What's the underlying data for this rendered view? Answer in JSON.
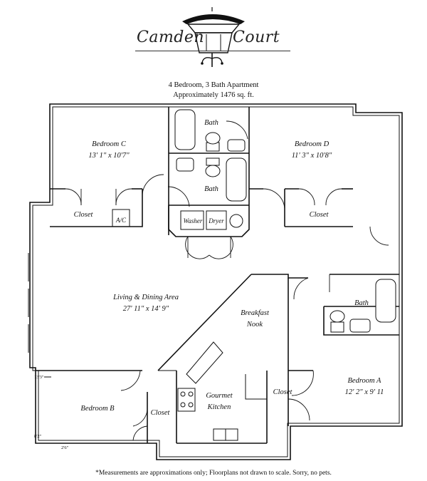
{
  "brand": {
    "word1": "Camden",
    "word2": "Court"
  },
  "plan": {
    "title": "4 Bedroom, 3  Bath Apartment",
    "area": "Approximately  1476 sq. ft."
  },
  "rooms": {
    "bedroom_c": {
      "name": "Bedroom C",
      "dims": "13' 1\" x 10'7\""
    },
    "bedroom_d": {
      "name": "Bedroom D",
      "dims": "11' 3\" x 10'8\""
    },
    "bath_top": "Bath",
    "bath_middle": "Bath",
    "closet_c": "Closet",
    "closet_d": "Closet",
    "ac": "A/C",
    "washer": "Washer",
    "dryer": "Dryer",
    "living": {
      "name": "Living & Dining Area",
      "dims": "27' 11\" x 14' 9\""
    },
    "breakfast": {
      "line1": "Breakfast",
      "line2": "Nook"
    },
    "bath_a": "Bath",
    "bedroom_a": {
      "name": "Bedroom A",
      "dims": "12' 2\" x 9' 11"
    },
    "closet_a": "Closet",
    "kitchen": {
      "line1": "Gourmet",
      "line2": "Kitchen"
    },
    "bedroom_b": "Bedroom B",
    "closet_b": "Closet",
    "dim_b_top": "13'3\"",
    "dim_b_side": "8'2\"",
    "dim_b_bottom": "2'6\""
  },
  "footnote": "*Measurements are approximations only; Floorplans not drawn to scale. Sorry, no pets."
}
